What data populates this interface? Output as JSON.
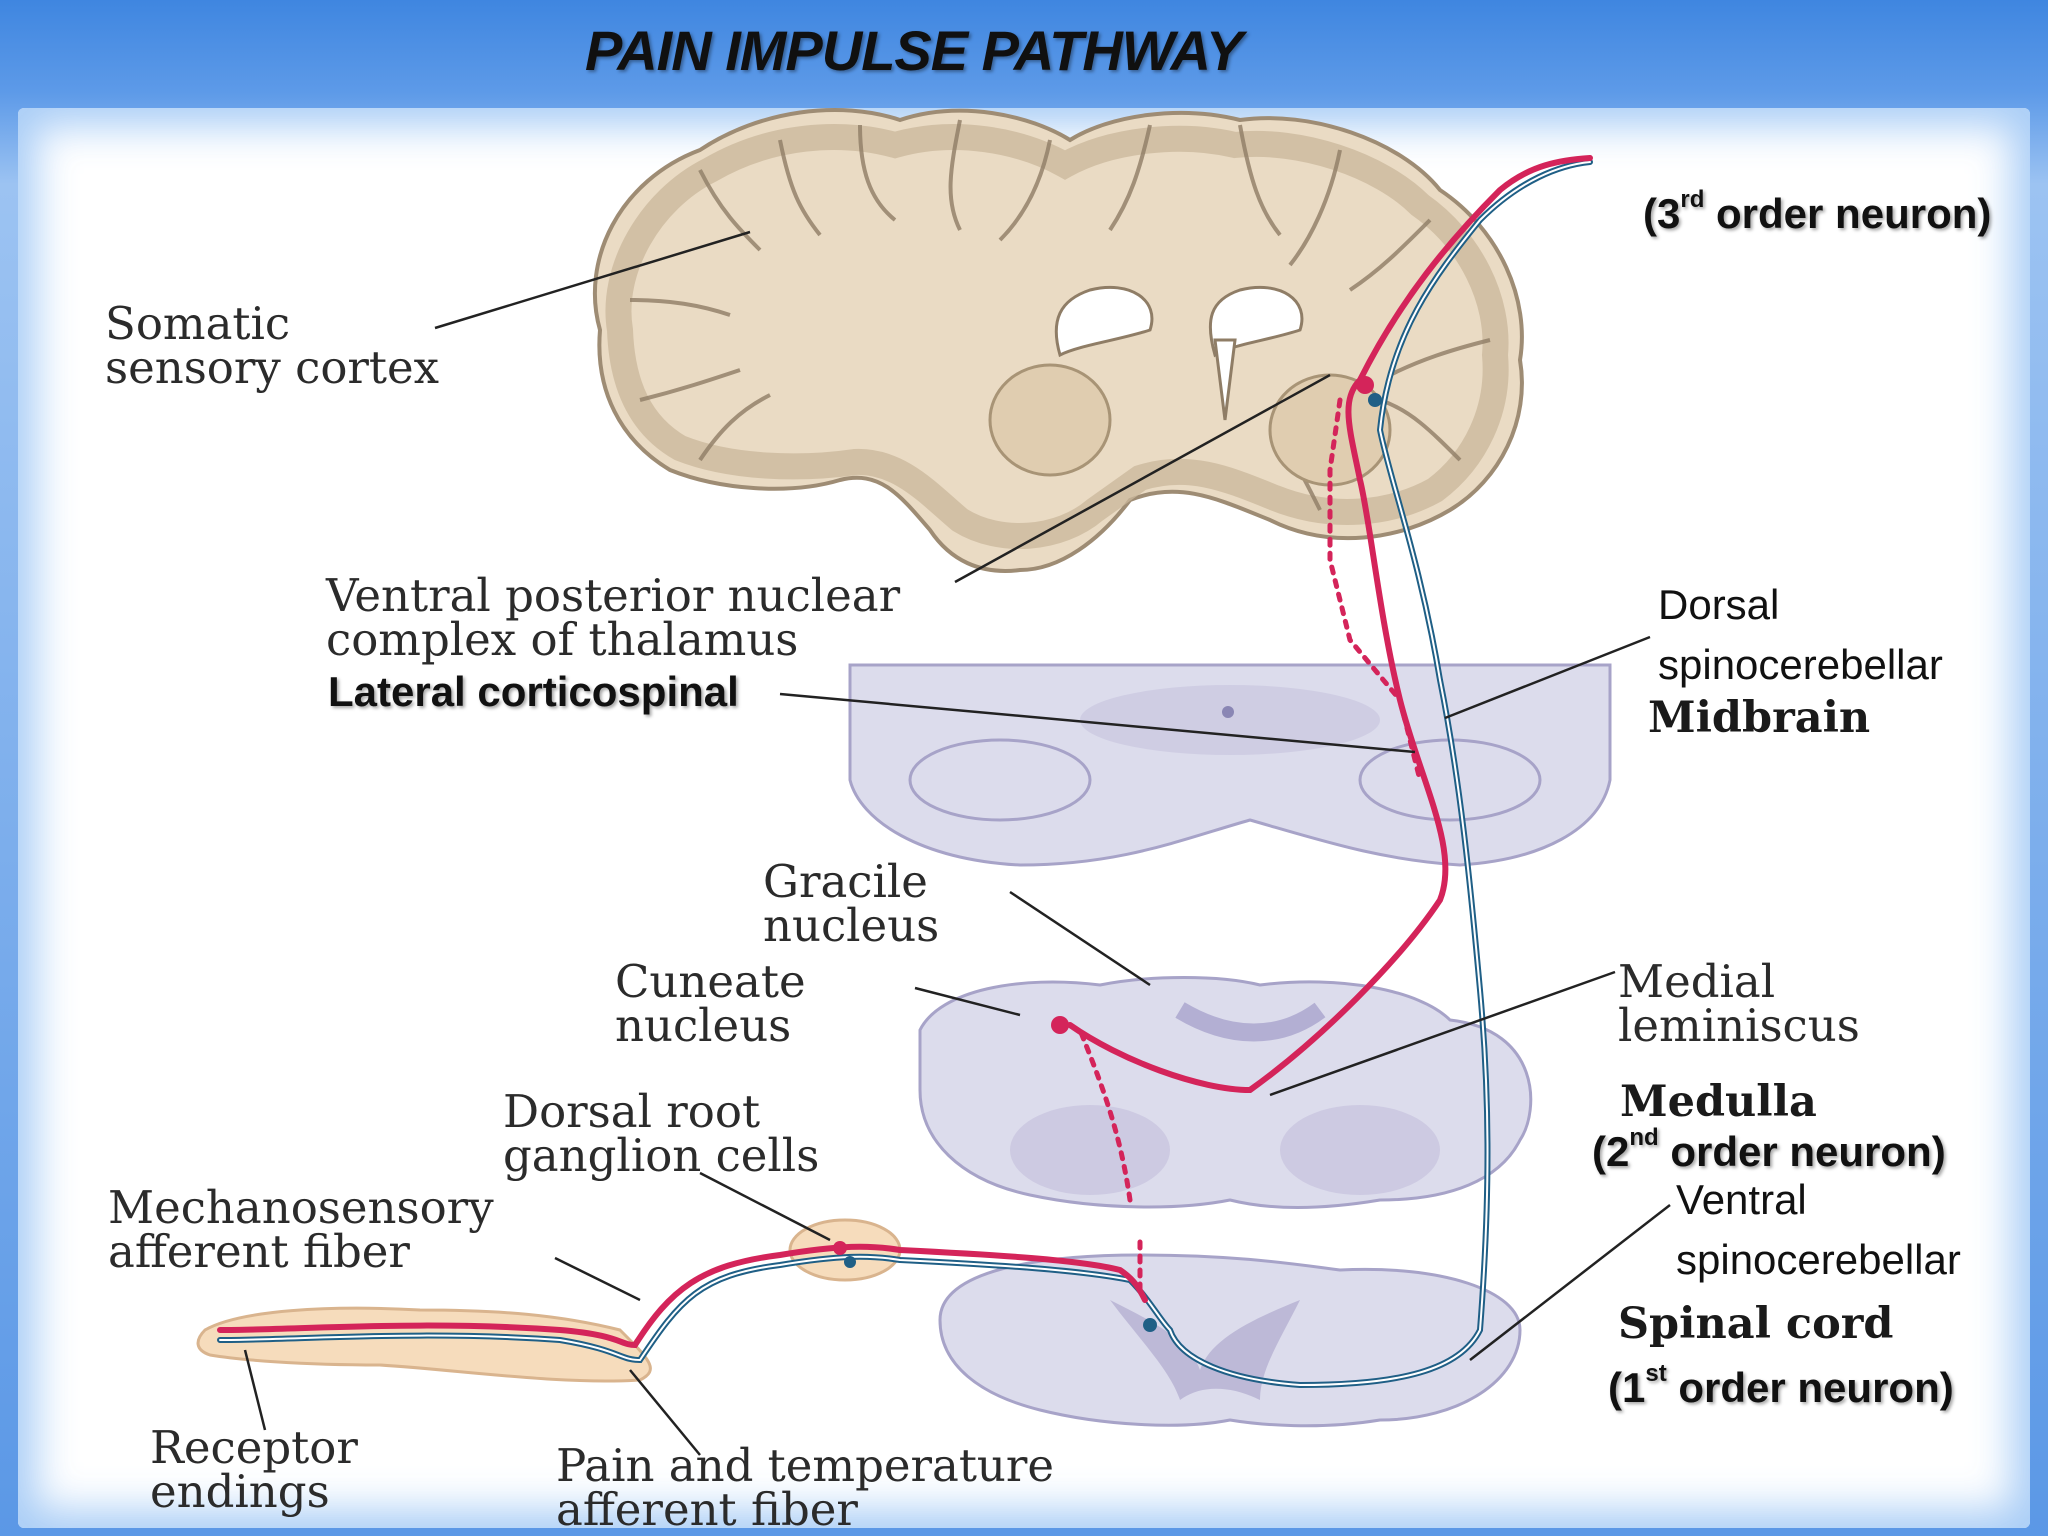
{
  "title": "PAIN IMPULSE PATHWAY",
  "labels": {
    "somatic_1": "Somatic",
    "somatic_2": "sensory cortex",
    "third_pre": "(3",
    "third_sup": "rd",
    "third_post": " order neuron)",
    "vpn_1": "Ventral posterior nuclear",
    "vpn_2": "complex of thalamus",
    "lateral_cs": "Lateral corticospinal",
    "dorsal_sc_1": "Dorsal",
    "dorsal_sc_2": "spinocerebellar",
    "midbrain": "Midbrain",
    "gracile_1": "Gracile",
    "gracile_2": "nucleus",
    "cuneate_1": "Cuneate",
    "cuneate_2": "nucleus",
    "medial_1": "Medial",
    "medial_2": "leminiscus",
    "medulla": "Medulla",
    "second_pre": "(2",
    "second_sup": "nd",
    "second_post": " order neuron)",
    "drg_1": "Dorsal root",
    "drg_2": "ganglion cells",
    "mech_1": "Mechanosensory",
    "mech_2": "afferent fiber",
    "ventral_sc_1": "Ventral",
    "ventral_sc_2": "spinocerebellar",
    "spinal_cord": "Spinal cord",
    "first_pre": "(1",
    "first_sup": "st",
    "first_post": " order neuron)",
    "receptor_1": "Receptor",
    "receptor_2": "endings",
    "pain_1": "Pain and temperature",
    "pain_2": "afferent fiber"
  },
  "colors": {
    "brain_fill": "#eadbc4",
    "brain_cortex": "#c9b79b",
    "section_fill": "#dcdcec",
    "section_dark": "#b7b3d4",
    "pathway_red": "#d4245a",
    "pathway_blue": "#1f5f86",
    "finger": "#f6dcbc"
  }
}
